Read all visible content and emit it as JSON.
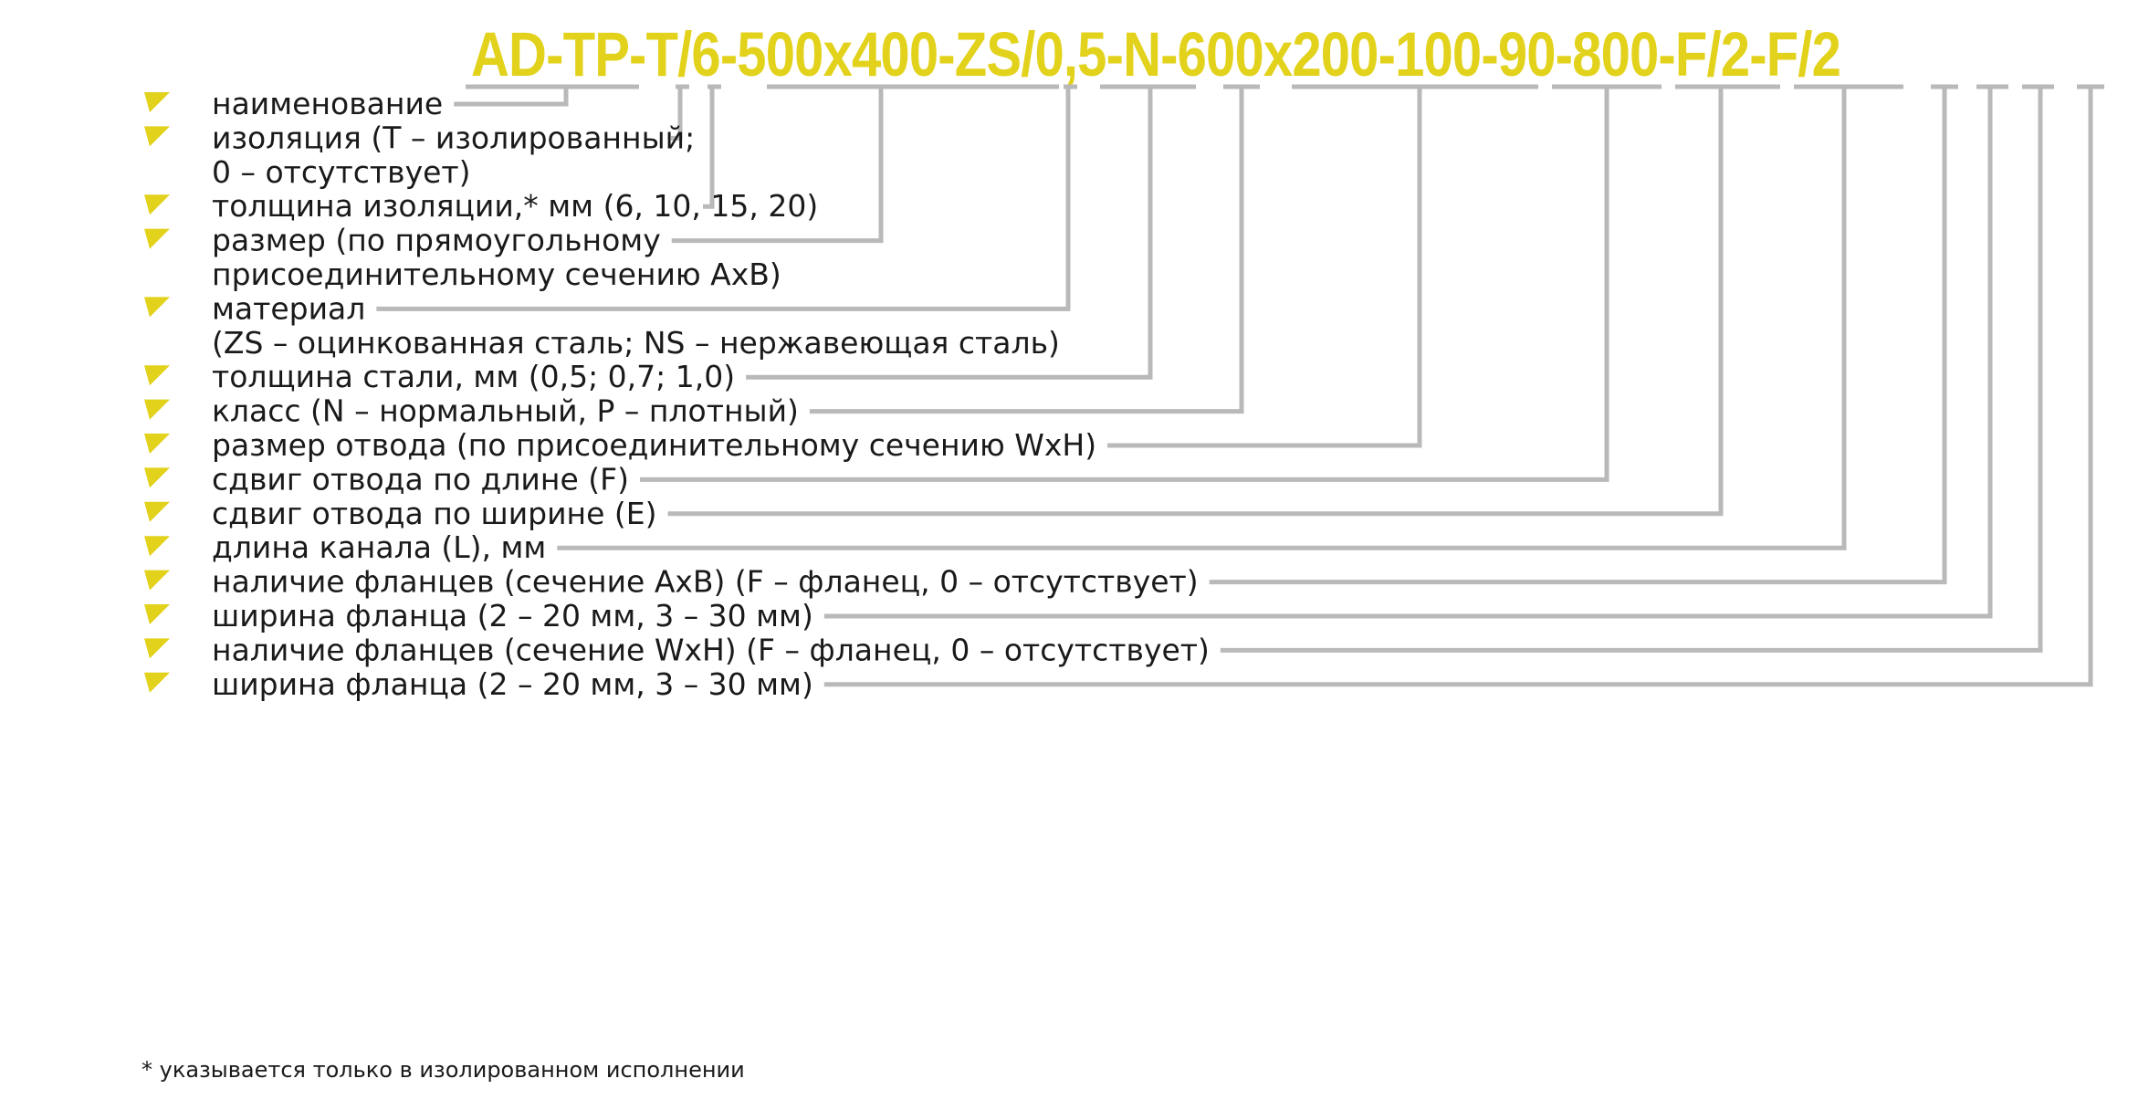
{
  "code": "AD-TP-T/6-500x400-ZS/0,5-N-600x200-100-90-800-F/2-F/2",
  "code_color": "#e2d21b",
  "connector_color": "#b9b9b9",
  "bullet_icon": "yellow-triangle-bullet-icon",
  "items": [
    {
      "id": "name",
      "lines": [
        "наименование"
      ]
    },
    {
      "id": "insulation",
      "lines": [
        "изоляция (T – изолированный;",
        "0 – отсутствует)"
      ]
    },
    {
      "id": "insulation-thickness",
      "lines": [
        "толщина изоляции,* мм (6, 10, 15, 20)"
      ]
    },
    {
      "id": "size",
      "lines": [
        "размер (по прямоугольному",
        "присоединительному сечению AxB)"
      ]
    },
    {
      "id": "material",
      "lines": [
        "материал",
        "(ZS – оцинкованная сталь; NS – нержавеющая сталь)"
      ]
    },
    {
      "id": "steel-thickness",
      "lines": [
        "толщина стали, мм (0,5; 0,7; 1,0)"
      ]
    },
    {
      "id": "class",
      "lines": [
        "класс (N – нормальный, P – плотный)"
      ]
    },
    {
      "id": "branch-size",
      "lines": [
        "размер отвода (по присоединительному сечению WxH)"
      ]
    },
    {
      "id": "branch-shift-length",
      "lines": [
        "сдвиг отвода по длине (F)"
      ]
    },
    {
      "id": "branch-shift-width",
      "lines": [
        "сдвиг отвода по ширине (E)"
      ]
    },
    {
      "id": "duct-length",
      "lines": [
        "длина канала (L), мм"
      ]
    },
    {
      "id": "flanges-axb",
      "lines": [
        "наличие фланцев (сечение AxB) (F – фланец, 0 – отсутствует)"
      ]
    },
    {
      "id": "flange-width-1",
      "lines": [
        "ширина фланца (2 – 20 мм, 3 – 30 мм)"
      ]
    },
    {
      "id": "flanges-wxh",
      "lines": [
        "наличие фланцев (сечение WxH) (F – фланец, 0 – отсутствует)"
      ]
    },
    {
      "id": "flange-width-2",
      "lines": [
        "ширина фланца (2 – 20 мм, 3 – 30 мм)"
      ]
    }
  ],
  "footnote": "* указывается только в изолированном исполнении"
}
